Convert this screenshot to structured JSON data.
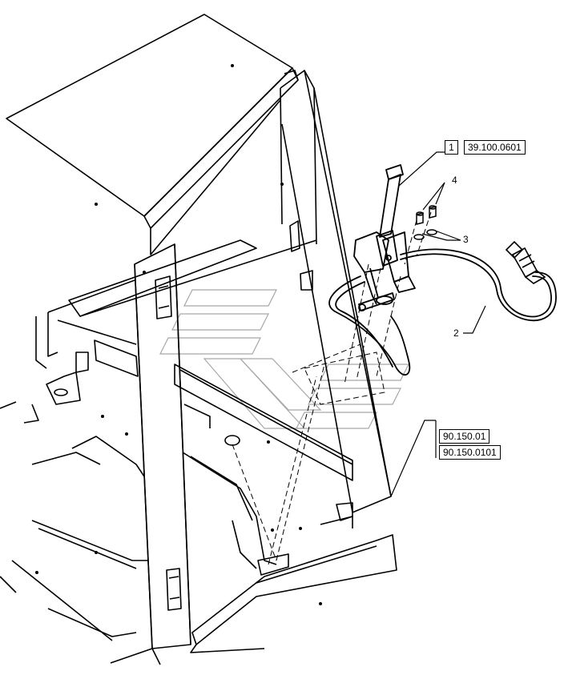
{
  "callouts": {
    "item_1": "1",
    "item_2": "2",
    "item_3": "3",
    "item_4": "4"
  },
  "references": {
    "ref_39": "39.100.0601",
    "ref_90a": "90.150.01",
    "ref_90b": "90.150.0101"
  },
  "colors": {
    "line": "#000000",
    "watermark": "#8a8a8a",
    "background": "#ffffff"
  }
}
